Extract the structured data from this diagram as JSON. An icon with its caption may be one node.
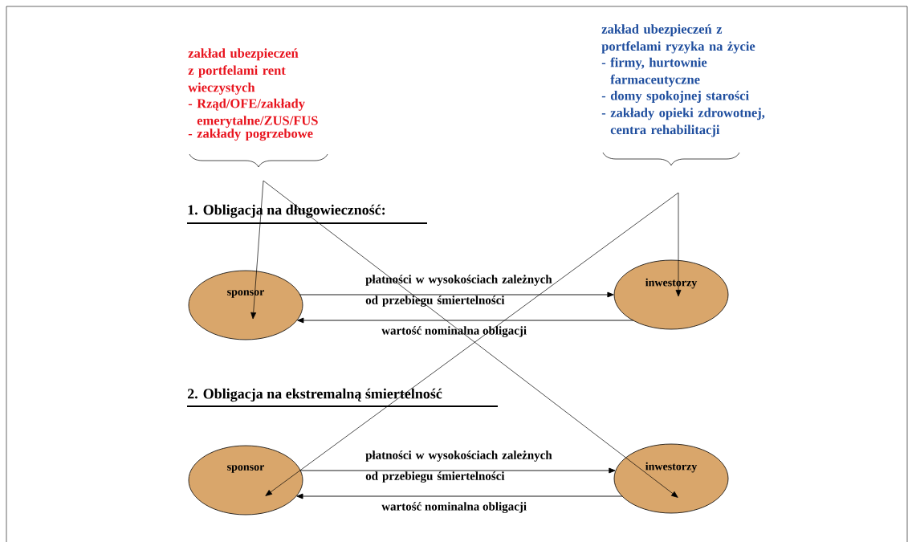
{
  "diagram": {
    "nodes": [
      {
        "text": [
          "zakład ubezpieczeń z portfelami rent wieczystych",
          "- Rząd/OFE/zakłady emerytalne/ZUS/FUS",
          "- zakłady pogrzebowe"
        ]
      },
      {
        "text": [
          "zakład ubezpieczeń z portfelami ryzyka na życie",
          "- firmy, hurtownie farmaceutyczne",
          "- domy spokojnej starości",
          "- zakłady opieki zdrowotnej, centra rehabilitacji"
        ]
      },
      {
        "text": [
          "sponsor"
        ]
      },
      {
        "text": [
          "inwestorzy"
        ]
      },
      {
        "text": [
          "sponsor"
        ]
      },
      {
        "text": [
          "inwestorzy"
        ]
      }
    ],
    "edges": [
      {
        "from": 0,
        "to": 2,
        "arrow": "to"
      },
      {
        "from": 0,
        "to": 5,
        "arrow": "to"
      },
      {
        "from": 1,
        "to": 3,
        "arrow": "to"
      },
      {
        "from": 1,
        "to": 4,
        "arrow": "to"
      },
      {
        "from": 2,
        "to": 3,
        "arrow": "to",
        "label": "płatności w wysokościach zależnych od przebiegu śmiertelności"
      },
      {
        "from": 3,
        "to": 2,
        "arrow": "to",
        "label": "wartość nominalna obligacji"
      },
      {
        "from": 4,
        "to": 5,
        "arrow": "to",
        "label": "płatności w wysokościach zależnych od przebiegu śmiertelności"
      },
      {
        "from": 5,
        "to": 4,
        "arrow": "to",
        "label": "wartość nominalna obligacji"
      }
    ],
    "labels": [
      "1. Obligacja na długowieczność:",
      "2. Obligacja na ekstremalną śmiertelność"
    ]
  }
}
